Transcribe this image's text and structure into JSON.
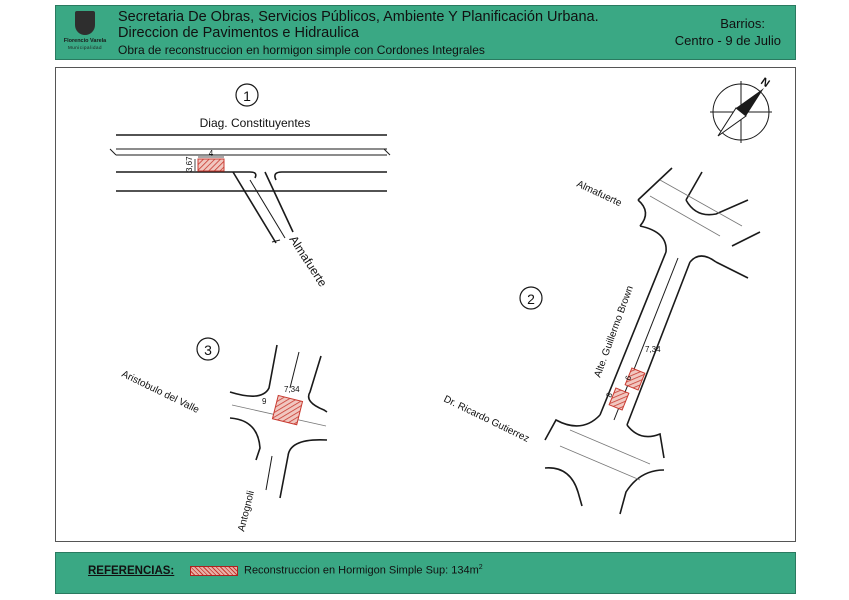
{
  "header": {
    "logo": {
      "name": "Florencio Varela",
      "sub": "Municipalidad"
    },
    "line1": "Secretaria De Obras, Servicios Públicos, Ambiente Y Planificación Urbana.",
    "line2": "Direccion de Pavimentos e Hidraulica",
    "line3": "Obra de reconstruccion en hormigon simple con Cordones Integrales",
    "barrios_label": "Barrios:",
    "barrios_value": "Centro - 9 de Julio"
  },
  "compass": {
    "label": "N"
  },
  "sites": [
    {
      "number": "1",
      "streets": [
        "Diag. Constituyentes",
        "Almafuerte"
      ],
      "dimensions": [
        "4",
        "3,67"
      ]
    },
    {
      "number": "2",
      "streets": [
        "Almafuerte",
        "Alte. Guillermo Brown",
        "Dr. Ricardo Gutierrez"
      ],
      "dimensions": [
        "7,34",
        "6",
        "8"
      ]
    },
    {
      "number": "3",
      "streets": [
        "Aristobulo del Valle",
        "Antognoli"
      ],
      "dimensions": [
        "7,34",
        "9"
      ]
    }
  ],
  "footer": {
    "label": "REFERENCIAS:",
    "text": "Reconstruccion en Hormigon Simple Sup: 134m",
    "superscript": "2"
  },
  "colors": {
    "header_green": "#3aa884",
    "hatch_red": "#c83a30",
    "road_line": "#1a1a1a"
  }
}
